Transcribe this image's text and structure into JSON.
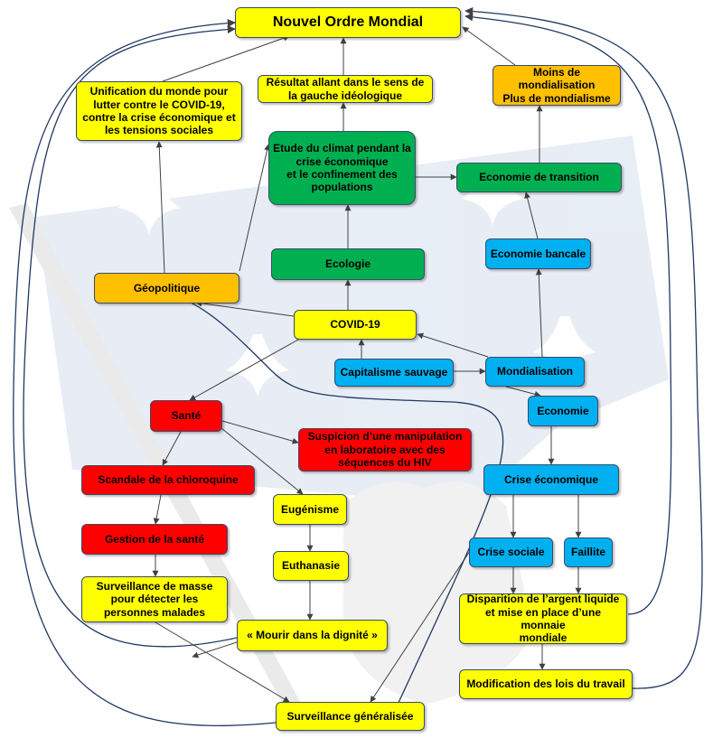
{
  "nodes": {
    "nouvel_ordre": "Nouvel Ordre Mondial",
    "unification": "Unification du monde pour\nlutter contre le COVID-19,\ncontre la crise économique et\nles tensions sociales",
    "resultat": "Résultat allant dans le sens de\nla gauche idéologique",
    "moins_mondialisation": "Moins de mondialisation\nPlus de mondialisme",
    "etude_climat": "Etude du climat pendant la\ncrise économique\net le confinement des\npopulations",
    "economie_transition": "Economie de transition",
    "ecologie": "Ecologie",
    "economie_bancale": "Economie bancale",
    "geopolitique": "Géopolitique",
    "covid": "COVID-19",
    "capitalisme": "Capitalisme sauvage",
    "mondialisation": "Mondialisation",
    "sante": "Santé",
    "economie": "Economie",
    "suspicion": "Suspicion d’une manipulation\nen laboratoire avec des\nséquences du HIV",
    "chloroquine": "Scandale de la chloroquine",
    "crise_economique": "Crise économique",
    "eugenisme": "Eugénisme",
    "gestion_sante": "Gestion de la santé",
    "crise_sociale": "Crise sociale",
    "faillite": "Faillite",
    "euthanasie": "Euthanasie",
    "surveillance_masse": "Surveillance  de masse\npour détecter les\npersonnes malades",
    "disparition": "Disparition  de l’argent liquide\net mise en place d’une monnaie\nmondiale",
    "mourir": "« Mourir dans la dignité »",
    "modification": "Modification  des lois du travail",
    "surveillance_gen": "Surveillance  généralisée"
  },
  "colors": {
    "yellow": "#ffff00",
    "orange": "#ffc000",
    "green": "#00b050",
    "blue": "#00b0f0",
    "red": "#ff0000",
    "edge": "#404040",
    "loop": "#1f3864",
    "watermark": "#d6e0ee"
  }
}
